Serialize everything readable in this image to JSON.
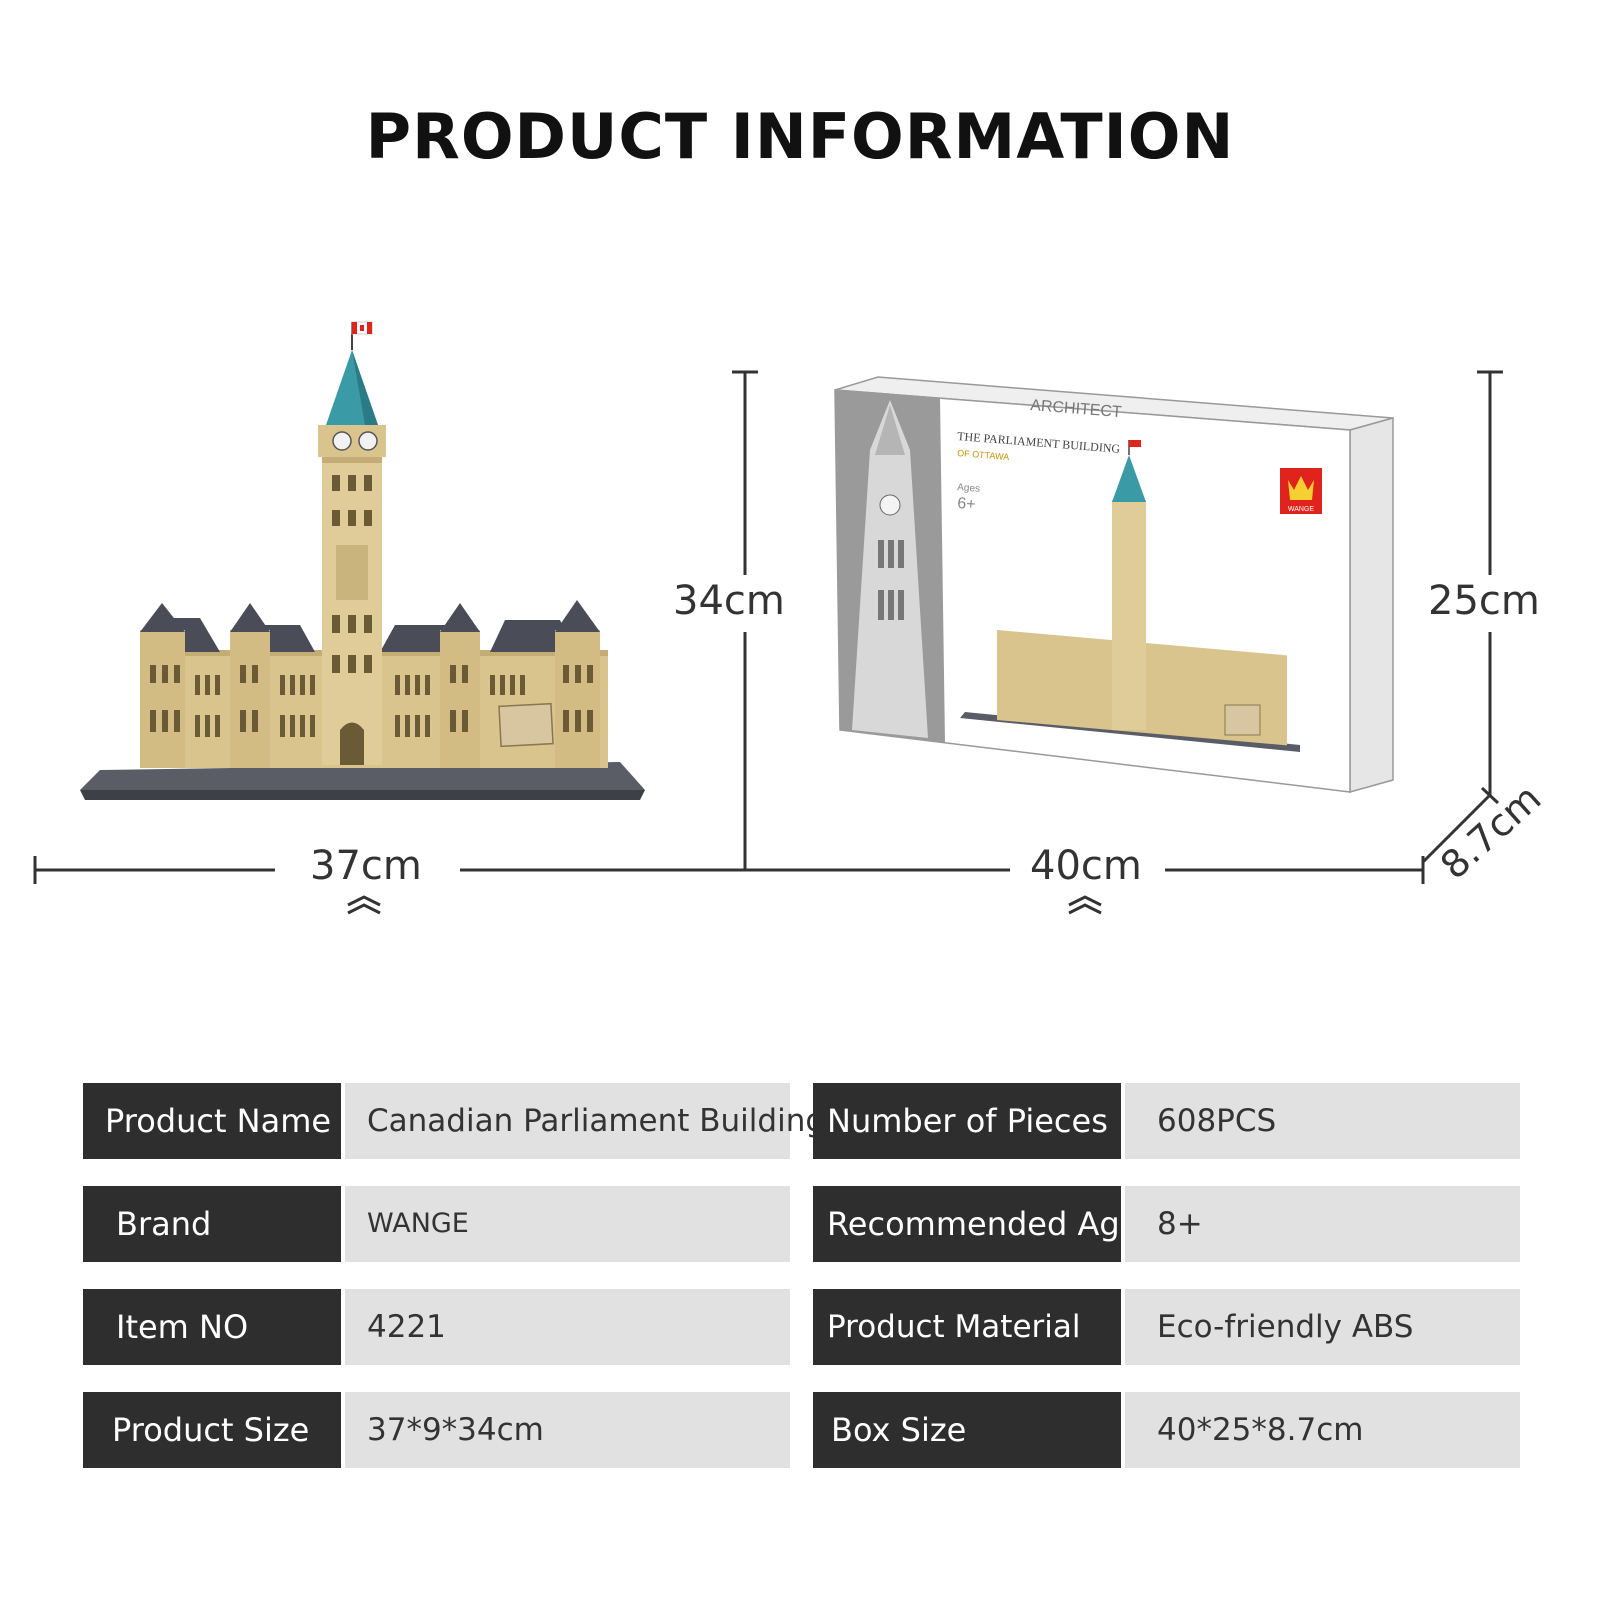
{
  "title": "PRODUCT INFORMATION",
  "dimensions": {
    "model_width": "37cm",
    "model_height": "34cm",
    "box_width": "40cm",
    "box_height": "25cm",
    "box_depth": "8.7cm"
  },
  "box_art": {
    "series": "ARCHITECT",
    "name_line1": "THE PARLIAMENT BUILDING",
    "name_line2": "OF OTTAWA",
    "age": "Ages",
    "age_value": "6+",
    "brand": "WANGE"
  },
  "specs": [
    {
      "label": "Product Name",
      "value": "Canadian Parliament Building"
    },
    {
      "label": "Number of Pieces",
      "value": "608PCS"
    },
    {
      "label": "Brand",
      "value": "WANGE"
    },
    {
      "label": "Recommended Age",
      "value": "8+"
    },
    {
      "label": "Item NO",
      "value": "4221"
    },
    {
      "label": "Product Material",
      "value": "Eco-friendly ABS"
    },
    {
      "label": "Product Size",
      "value": "37*9*34cm"
    },
    {
      "label": "Box Size",
      "value": "40*25*8.7cm"
    }
  ],
  "colors": {
    "label_bg": "#2e2e2e",
    "value_bg": "#e1e1e1",
    "stone": "#d9c48e",
    "roof": "#4a4d57",
    "spire": "#3a9aa6",
    "brand_red": "#e0231c"
  }
}
